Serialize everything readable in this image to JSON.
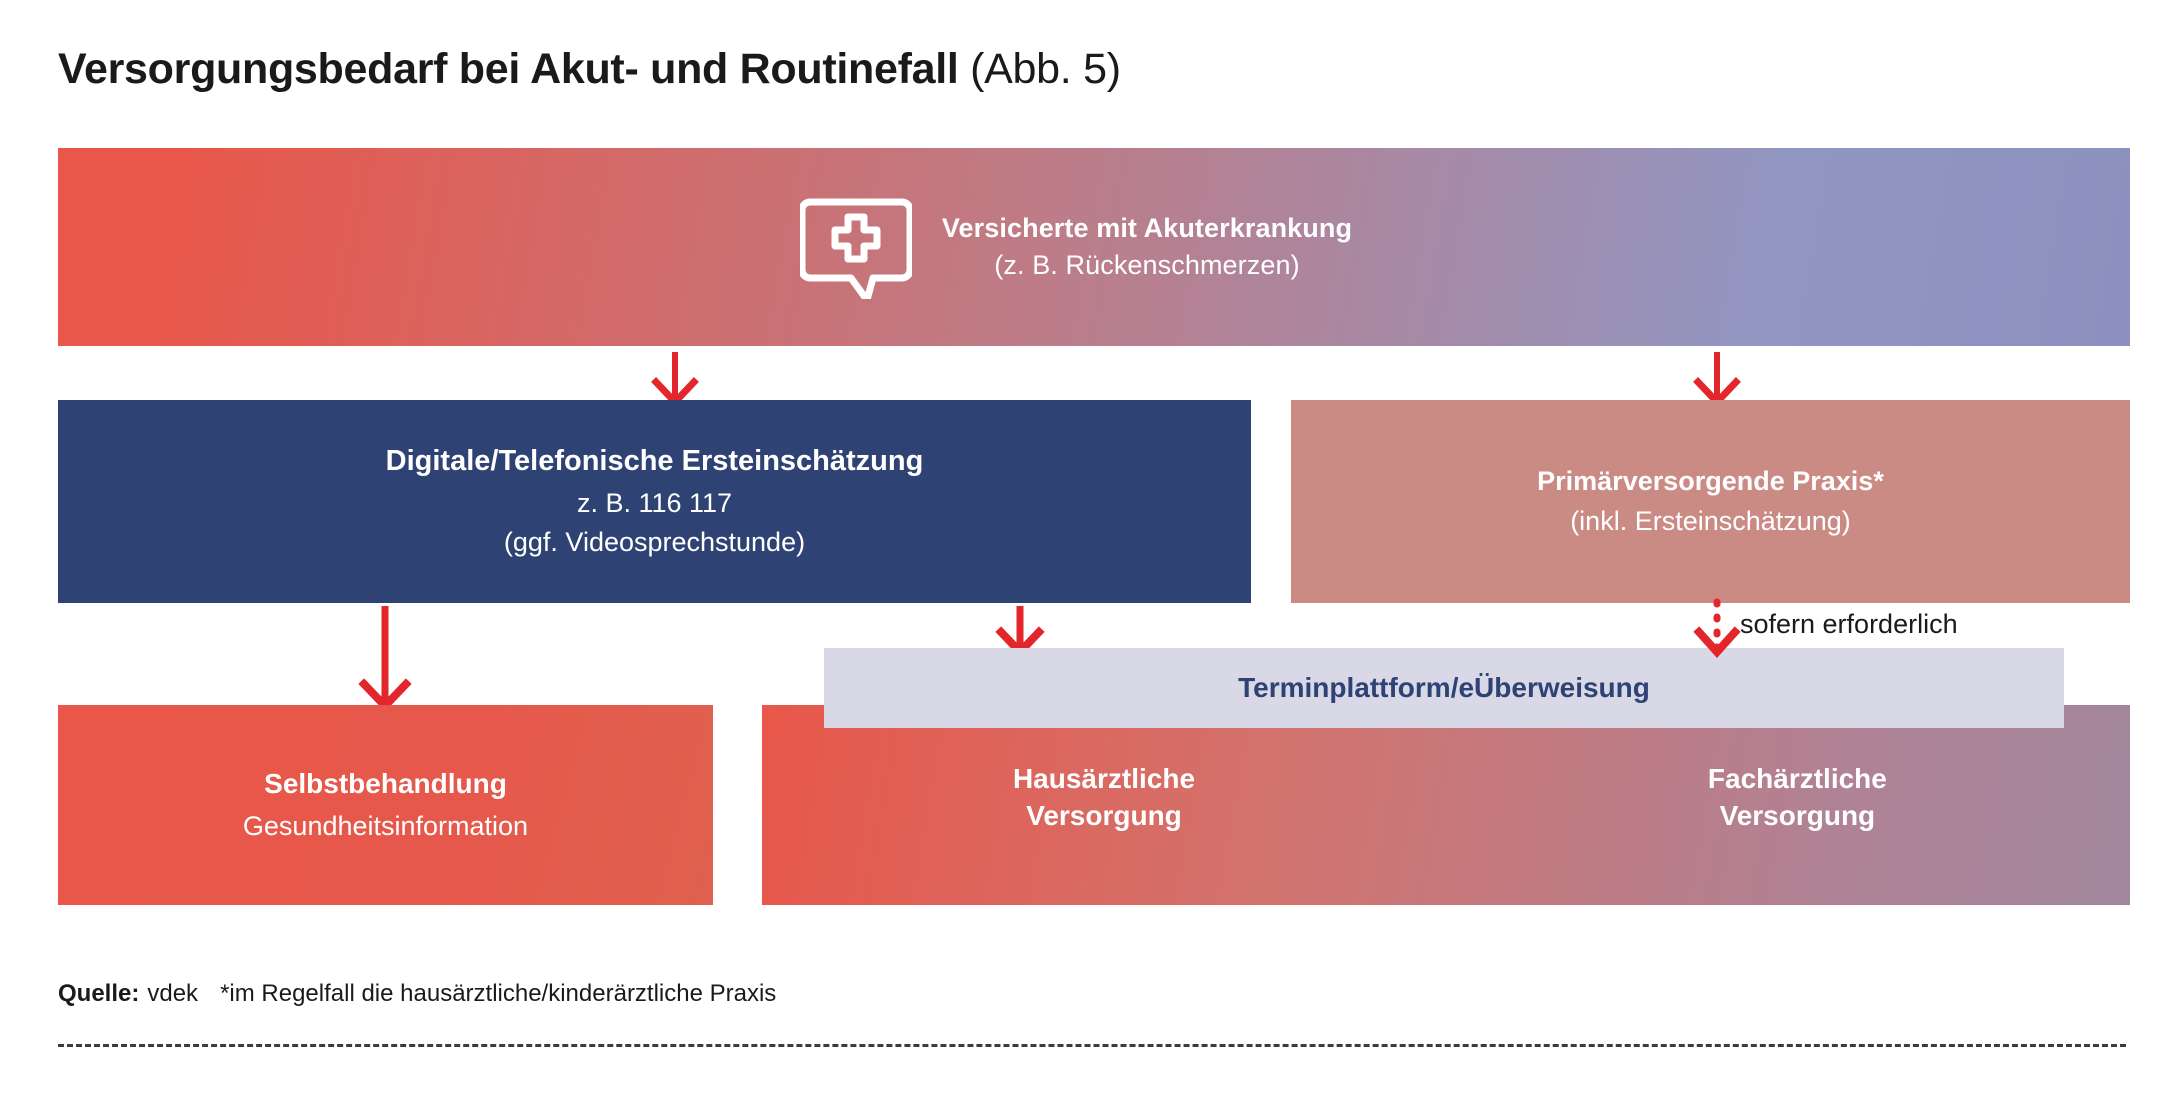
{
  "title": {
    "bold": "Versorgungsbedarf bei Akut-  und Routinefall",
    "regular": " (Abb. 5)"
  },
  "banner": {
    "icon": "speech-bubble-medical-cross-icon",
    "line1": "Versicherte mit Akuterkrankung",
    "line2": "(z. B. Rückenschmerzen)",
    "gradient_from": "#E8574A",
    "gradient_to": "#8B90BE"
  },
  "boxes": {
    "digital": {
      "line1": "Digitale/Telefonische Ersteinschätzung",
      "line2": "z. B. 116 117",
      "line3": "(ggf. Videosprechstunde)",
      "color": "#2F4274"
    },
    "primary": {
      "line1": "Primärversorgende Praxis*",
      "line2": "(inkl. Ersteinschätzung)",
      "color": "#CB8B85"
    },
    "platform": {
      "label": "Terminplattform/eÜberweisung",
      "background": "#D8D8E6",
      "text_color": "#2F4274"
    },
    "self_treatment": {
      "line1": "Selbstbehandlung",
      "line2": "Gesundheitsinformation",
      "color": "#E8574A"
    },
    "care": {
      "primary_care": {
        "line1": "Hausärztliche",
        "line2": "Versorgung"
      },
      "specialist_care": {
        "line1": "Fachärztliche",
        "line2": "Versorgung"
      },
      "gradient_from": "#E8574A",
      "gradient_to": "#A2879E"
    }
  },
  "annotations": {
    "conditional_arrow_label": "sofern erforderlich",
    "arrow_color": "#E3262B"
  },
  "footer": {
    "source_label": "Quelle:",
    "source_value": "vdek",
    "note": "*im Regelfall die hausärztliche/kinderärztliche Praxis"
  },
  "chart_data": {
    "type": "diagram",
    "title": "Versorgungsbedarf bei Akut- und Routinefall (Abb. 5)",
    "nodes": [
      {
        "id": "banner",
        "label": "Versicherte mit Akuterkrankung (z. B. Rückenschmerzen)",
        "level": 0
      },
      {
        "id": "digital",
        "label": "Digitale/Telefonische Ersteinschätzung z. B. 116 117 (ggf. Videosprechstunde)",
        "level": 1
      },
      {
        "id": "primary",
        "label": "Primärversorgende Praxis* (inkl. Ersteinschätzung)",
        "level": 1
      },
      {
        "id": "platform",
        "label": "Terminplattform/eÜberweisung",
        "level": 2
      },
      {
        "id": "self",
        "label": "Selbstbehandlung / Gesundheitsinformation",
        "level": 3
      },
      {
        "id": "hausaerztlich",
        "label": "Hausärztliche Versorgung",
        "level": 3
      },
      {
        "id": "fachaerztlich",
        "label": "Fachärztliche Versorgung",
        "level": 3
      }
    ],
    "edges": [
      {
        "from": "banner",
        "to": "digital",
        "style": "solid"
      },
      {
        "from": "banner",
        "to": "primary",
        "style": "solid"
      },
      {
        "from": "digital",
        "to": "self",
        "style": "solid"
      },
      {
        "from": "digital",
        "to": "platform",
        "style": "solid"
      },
      {
        "from": "primary",
        "to": "platform",
        "style": "dotted",
        "label": "sofern erforderlich"
      }
    ]
  }
}
